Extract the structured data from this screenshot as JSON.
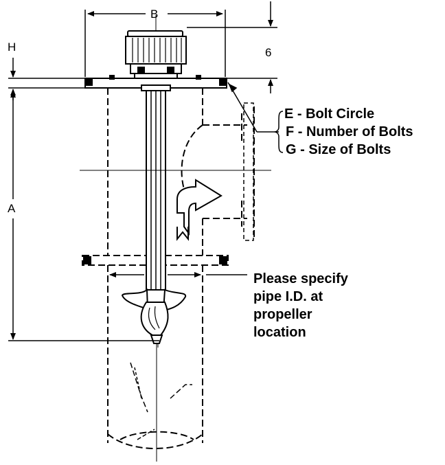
{
  "dimensions": {
    "a": "A",
    "b": "B",
    "h": "H",
    "motor_height": "6"
  },
  "bolt_notes": {
    "e": "E - Bolt Circle",
    "f": "F - Number of Bolts",
    "g": "G - Size of Bolts"
  },
  "note_lines": [
    "Please specify",
    "pipe I.D. at",
    "propeller",
    "location"
  ]
}
